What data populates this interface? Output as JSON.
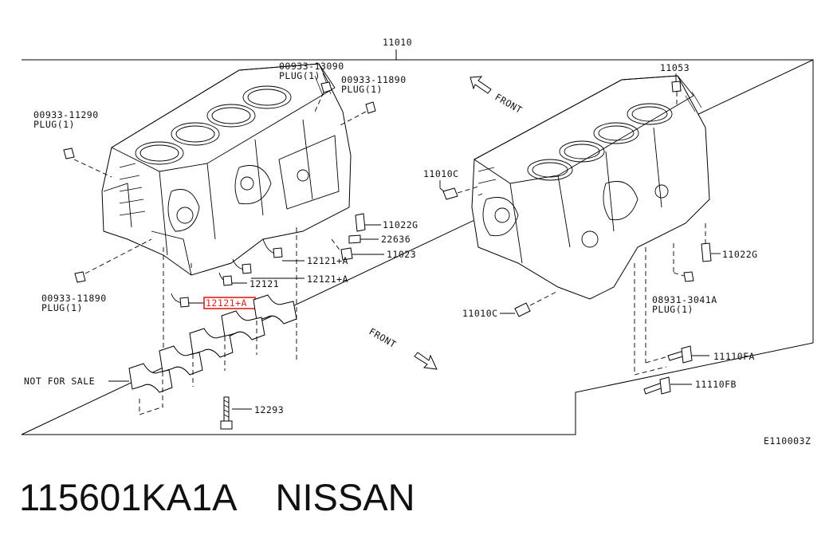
{
  "diagram": {
    "title_part": "11010",
    "labels": {
      "p11053": "11053",
      "p00933_13090": "00933-13090",
      "plug_a": "PLUG(1)",
      "p00933_11890_top": "00933-11890",
      "plug_b": "PLUG(1)",
      "p00933_11290": "00933-11290",
      "plug_c": "PLUG(1)",
      "p11022g_left": "11022G",
      "p22636": "22636",
      "p11023": "11023",
      "p12121a_1": "12121+A",
      "p12121a_2": "12121+A",
      "p12121": "12121",
      "p12121a_hl": "12121+A",
      "p00933_11890_bot": "00933-11890",
      "plug_d": "PLUG(1)",
      "p11010c_top": "11010C",
      "p11010c_bot": "11010C",
      "p11022g_right": "11022G",
      "p08931": "08931-3041A",
      "plug_e": "PLUG(1)",
      "p11110fa": "11110FA",
      "p11110fb": "11110FB",
      "p12293": "12293",
      "front_top": "FRONT",
      "front_bot": "FRONT",
      "not_for_sale": "NOT FOR SALE",
      "ref_code": "E110003Z"
    },
    "highlight_color": "#e0201b"
  },
  "caption": {
    "part_number": "115601KA1A",
    "brand": "NISSAN"
  }
}
